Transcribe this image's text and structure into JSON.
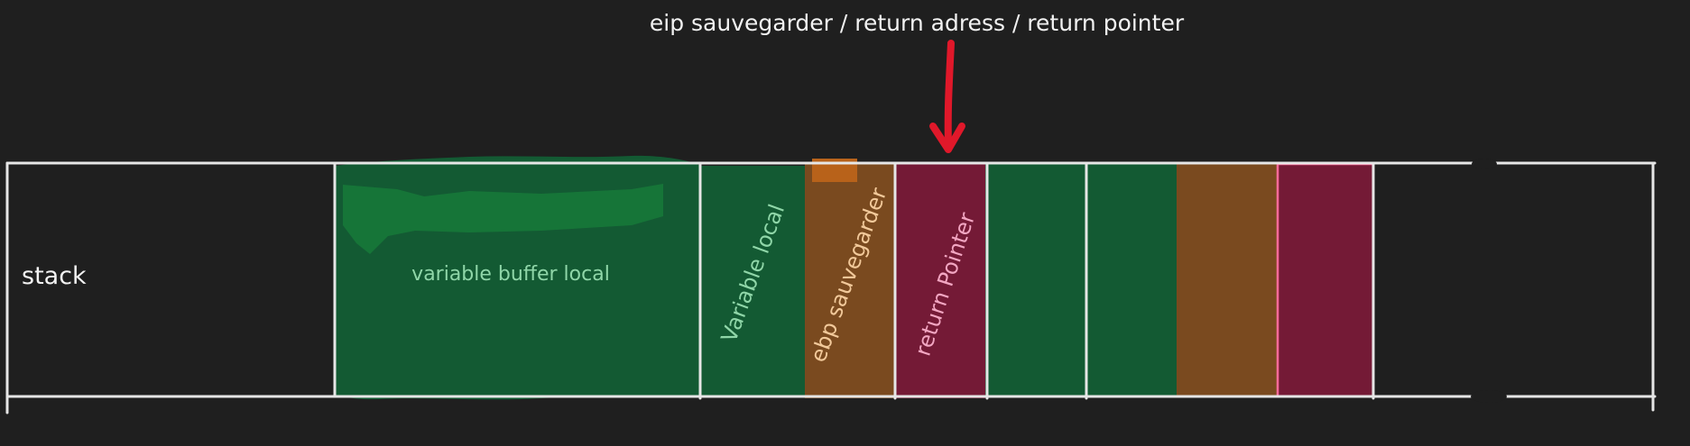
{
  "diagram": {
    "annotation": "eip sauvegarder / return adress / return pointer",
    "row_label": "stack",
    "segments": [
      {
        "id": "buffer",
        "label": "variable buffer local",
        "fill": "#135a33"
      },
      {
        "id": "local-var",
        "label": "Variable local",
        "fill": "#135a33"
      },
      {
        "id": "saved-ebp",
        "label": "ebp sauvegarder",
        "fill": "#7a4a1f"
      },
      {
        "id": "return-pointer",
        "label": "return Pointer",
        "fill": "#741a36"
      },
      {
        "id": "frame2-a",
        "label": "",
        "fill": "#135a33"
      },
      {
        "id": "frame2-b",
        "label": "",
        "fill": "#135a33"
      },
      {
        "id": "frame2-ebp",
        "label": "",
        "fill": "#7a4a1f"
      },
      {
        "id": "frame2-ret",
        "label": "",
        "fill": "#741a36"
      }
    ]
  },
  "colors": {
    "background": "#1f1f1f",
    "lines": "#e6e6e6",
    "arrow": "#e0182a",
    "green": "#135a33",
    "green_text": "#8fd6a8",
    "orange": "#7a4a1f",
    "orange_text": "#f2c99a",
    "crimson": "#741a36",
    "crimson_text": "#f2a6c2",
    "pink_border": "#ff6b9a"
  }
}
